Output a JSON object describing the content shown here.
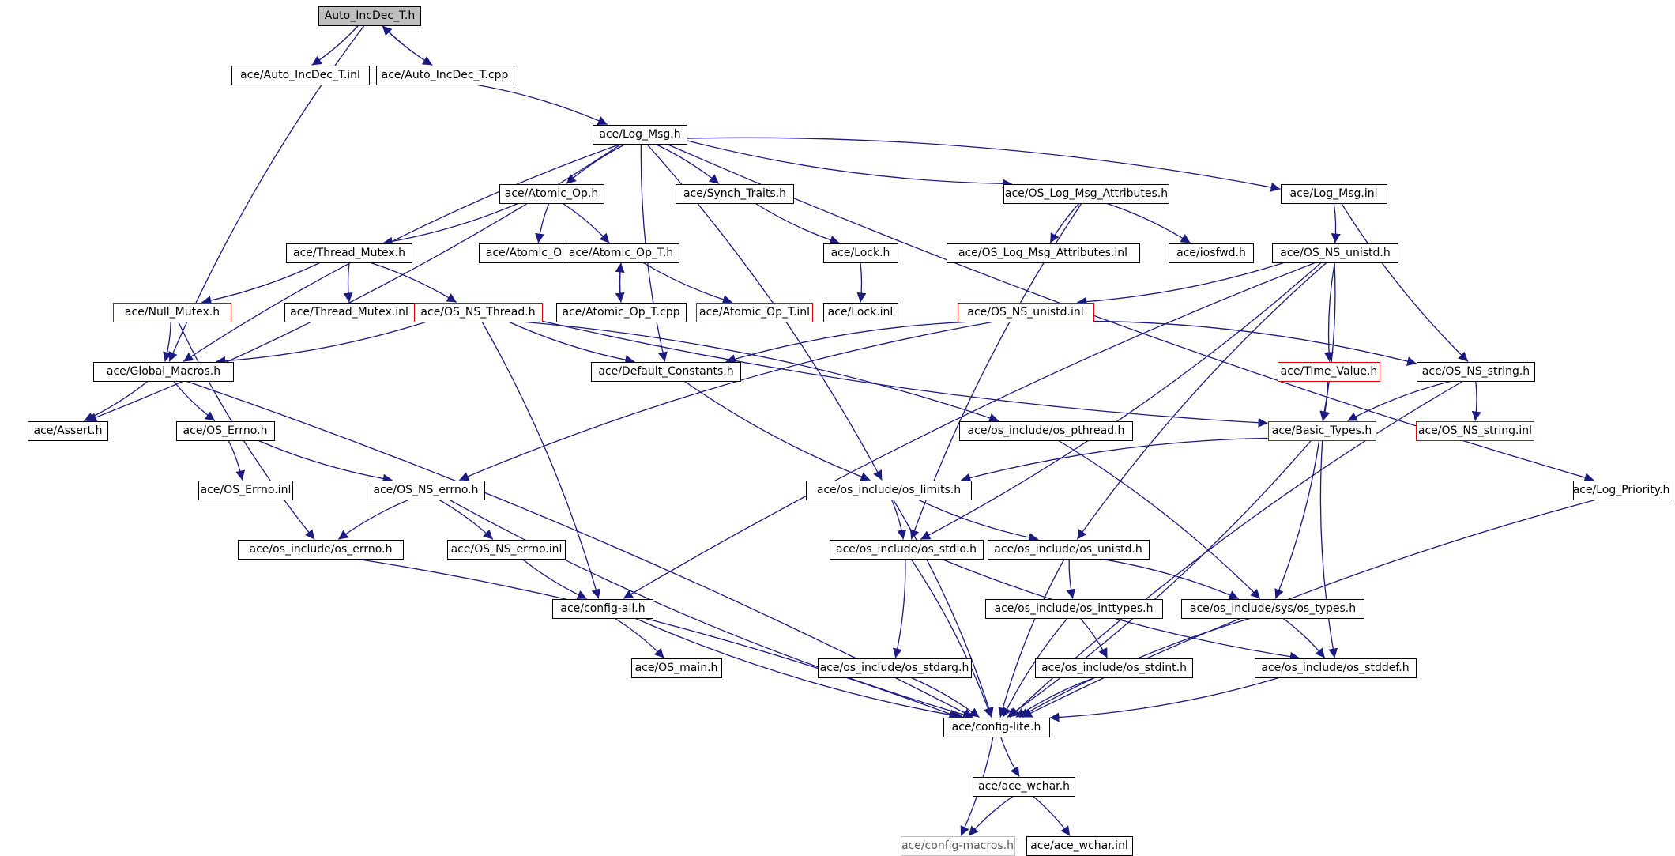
{
  "theme": {
    "edge_color": "#1a1a80",
    "red_border": "#e00000",
    "root_fill": "#bfbfbf",
    "grey_border": "#bfbfbf"
  },
  "nodes": [
    {
      "id": "auto_incdec_h",
      "label": "Auto_IncDec_T.h",
      "style": "root"
    },
    {
      "id": "auto_incdec_inl",
      "label": "ace/Auto_IncDec_T.inl",
      "style": "normal"
    },
    {
      "id": "auto_incdec_cpp",
      "label": "ace/Auto_IncDec_T.cpp",
      "style": "normal"
    },
    {
      "id": "log_msg_h",
      "label": "ace/Log_Msg.h",
      "style": "normal"
    },
    {
      "id": "atomic_op_h",
      "label": "ace/Atomic_Op.h",
      "style": "normal"
    },
    {
      "id": "synch_traits_h",
      "label": "ace/Synch_Traits.h",
      "style": "normal"
    },
    {
      "id": "os_log_msg_attr_h",
      "label": "ace/OS_Log_Msg_Attributes.h",
      "style": "normal"
    },
    {
      "id": "log_msg_inl",
      "label": "ace/Log_Msg.inl",
      "style": "normal"
    },
    {
      "id": "thread_mutex_h",
      "label": "ace/Thread_Mutex.h",
      "style": "normal"
    },
    {
      "id": "atomic_op_inl",
      "label": "ace/Atomic_Op.inl",
      "style": "normal"
    },
    {
      "id": "atomic_op_t_h",
      "label": "ace/Atomic_Op_T.h",
      "style": "normal"
    },
    {
      "id": "lock_h",
      "label": "ace/Lock.h",
      "style": "normal"
    },
    {
      "id": "os_log_msg_attr_inl",
      "label": "ace/OS_Log_Msg_Attributes.inl",
      "style": "normal"
    },
    {
      "id": "iosfwd_h",
      "label": "ace/iosfwd.h",
      "style": "normal"
    },
    {
      "id": "os_ns_unistd_h",
      "label": "ace/OS_NS_unistd.h",
      "style": "normal"
    },
    {
      "id": "null_mutex_h",
      "label": "ace/Null_Mutex.h",
      "style": "red"
    },
    {
      "id": "thread_mutex_inl",
      "label": "ace/Thread_Mutex.inl",
      "style": "normal"
    },
    {
      "id": "os_ns_thread_h",
      "label": "ace/OS_NS_Thread.h",
      "style": "red"
    },
    {
      "id": "atomic_op_t_cpp",
      "label": "ace/Atomic_Op_T.cpp",
      "style": "normal"
    },
    {
      "id": "atomic_op_t_inl",
      "label": "ace/Atomic_Op_T.inl",
      "style": "red"
    },
    {
      "id": "lock_inl",
      "label": "ace/Lock.inl",
      "style": "normal"
    },
    {
      "id": "os_ns_unistd_inl",
      "label": "ace/OS_NS_unistd.inl",
      "style": "red"
    },
    {
      "id": "global_macros_h",
      "label": "ace/Global_Macros.h",
      "style": "normal"
    },
    {
      "id": "default_constants_h",
      "label": "ace/Default_Constants.h",
      "style": "normal"
    },
    {
      "id": "time_value_h",
      "label": "ace/Time_Value.h",
      "style": "red"
    },
    {
      "id": "os_ns_string_h",
      "label": "ace/OS_NS_string.h",
      "style": "normal"
    },
    {
      "id": "assert_h",
      "label": "ace/Assert.h",
      "style": "normal"
    },
    {
      "id": "os_errno_h",
      "label": "ace/OS_Errno.h",
      "style": "normal"
    },
    {
      "id": "os_pthread_h",
      "label": "ace/os_include/os_pthread.h",
      "style": "normal"
    },
    {
      "id": "basic_types_h",
      "label": "ace/Basic_Types.h",
      "style": "red"
    },
    {
      "id": "os_ns_string_inl",
      "label": "ace/OS_NS_string.inl",
      "style": "red"
    },
    {
      "id": "os_errno_inl",
      "label": "ace/OS_Errno.inl",
      "style": "normal"
    },
    {
      "id": "os_ns_errno_h",
      "label": "ace/OS_NS_errno.h",
      "style": "normal"
    },
    {
      "id": "os_limits_h",
      "label": "ace/os_include/os_limits.h",
      "style": "normal"
    },
    {
      "id": "log_priority_h",
      "label": "ace/Log_Priority.h",
      "style": "normal"
    },
    {
      "id": "os_errno_inc_h",
      "label": "ace/os_include/os_errno.h",
      "style": "normal"
    },
    {
      "id": "os_ns_errno_inl",
      "label": "ace/OS_NS_errno.inl",
      "style": "normal"
    },
    {
      "id": "os_stdio_h",
      "label": "ace/os_include/os_stdio.h",
      "style": "normal"
    },
    {
      "id": "os_unistd_inc_h",
      "label": "ace/os_include/os_unistd.h",
      "style": "normal"
    },
    {
      "id": "config_all_h",
      "label": "ace/config-all.h",
      "style": "normal"
    },
    {
      "id": "os_inttypes_h",
      "label": "ace/os_include/os_inttypes.h",
      "style": "normal"
    },
    {
      "id": "os_sys_types_h",
      "label": "ace/os_include/sys/os_types.h",
      "style": "normal"
    },
    {
      "id": "os_main_h",
      "label": "ace/OS_main.h",
      "style": "normal"
    },
    {
      "id": "os_stdarg_h",
      "label": "ace/os_include/os_stdarg.h",
      "style": "normal"
    },
    {
      "id": "os_stdint_h",
      "label": "ace/os_include/os_stdint.h",
      "style": "normal"
    },
    {
      "id": "os_stddef_h",
      "label": "ace/os_include/os_stddef.h",
      "style": "normal"
    },
    {
      "id": "config_lite_h",
      "label": "ace/config-lite.h",
      "style": "normal"
    },
    {
      "id": "ace_wchar_h",
      "label": "ace/ace_wchar.h",
      "style": "normal"
    },
    {
      "id": "config_macros_h",
      "label": "ace/config-macros.h",
      "style": "grey"
    },
    {
      "id": "ace_wchar_inl",
      "label": "ace/ace_wchar.inl",
      "style": "normal"
    }
  ],
  "edges": [
    [
      "auto_incdec_h",
      "auto_incdec_inl"
    ],
    [
      "auto_incdec_h",
      "auto_incdec_cpp"
    ],
    [
      "auto_incdec_cpp",
      "auto_incdec_h"
    ],
    [
      "auto_incdec_h",
      "global_macros_h"
    ],
    [
      "auto_incdec_cpp",
      "log_msg_h"
    ],
    [
      "log_msg_h",
      "atomic_op_h"
    ],
    [
      "log_msg_h",
      "synch_traits_h"
    ],
    [
      "log_msg_h",
      "os_log_msg_attr_h"
    ],
    [
      "log_msg_h",
      "log_msg_inl"
    ],
    [
      "log_msg_h",
      "global_macros_h"
    ],
    [
      "log_msg_h",
      "assert_h"
    ],
    [
      "log_msg_h",
      "default_constants_h"
    ],
    [
      "log_msg_h",
      "os_limits_h"
    ],
    [
      "log_msg_h",
      "log_priority_h"
    ],
    [
      "atomic_op_h",
      "thread_mutex_h"
    ],
    [
      "atomic_op_h",
      "atomic_op_inl"
    ],
    [
      "atomic_op_h",
      "atomic_op_t_h"
    ],
    [
      "synch_traits_h",
      "lock_h"
    ],
    [
      "lock_h",
      "lock_inl"
    ],
    [
      "os_log_msg_attr_h",
      "os_log_msg_attr_inl"
    ],
    [
      "os_log_msg_attr_h",
      "iosfwd_h"
    ],
    [
      "os_log_msg_attr_h",
      "os_stdio_h"
    ],
    [
      "log_msg_inl",
      "os_ns_unistd_h"
    ],
    [
      "log_msg_inl",
      "os_ns_string_h"
    ],
    [
      "thread_mutex_h",
      "null_mutex_h"
    ],
    [
      "thread_mutex_h",
      "thread_mutex_inl"
    ],
    [
      "thread_mutex_h",
      "os_ns_thread_h"
    ],
    [
      "atomic_op_t_h",
      "atomic_op_t_cpp"
    ],
    [
      "atomic_op_t_cpp",
      "atomic_op_t_h"
    ],
    [
      "atomic_op_t_h",
      "atomic_op_t_inl"
    ],
    [
      "os_ns_unistd_h",
      "os_ns_unistd_inl"
    ],
    [
      "os_ns_unistd_h",
      "time_value_h"
    ],
    [
      "os_ns_unistd_h",
      "basic_types_h"
    ],
    [
      "os_ns_unistd_h",
      "config_all_h"
    ],
    [
      "os_ns_unistd_h",
      "os_stdio_h"
    ],
    [
      "os_ns_unistd_h",
      "os_unistd_inc_h"
    ],
    [
      "null_mutex_h",
      "global_macros_h"
    ],
    [
      "null_mutex_h",
      "os_errno_inc_h"
    ],
    [
      "os_ns_thread_h",
      "global_macros_h"
    ],
    [
      "os_ns_thread_h",
      "default_constants_h"
    ],
    [
      "os_ns_thread_h",
      "os_pthread_h"
    ],
    [
      "os_ns_thread_h",
      "basic_types_h"
    ],
    [
      "os_ns_thread_h",
      "config_all_h"
    ],
    [
      "os_ns_unistd_inl",
      "default_constants_h"
    ],
    [
      "os_ns_unistd_inl",
      "os_ns_string_h"
    ],
    [
      "os_ns_unistd_inl",
      "os_ns_errno_h"
    ],
    [
      "global_macros_h",
      "assert_h"
    ],
    [
      "global_macros_h",
      "os_errno_h"
    ],
    [
      "global_macros_h",
      "config_lite_h"
    ],
    [
      "default_constants_h",
      "os_limits_h"
    ],
    [
      "time_value_h",
      "basic_types_h"
    ],
    [
      "os_ns_string_h",
      "basic_types_h"
    ],
    [
      "os_ns_string_h",
      "os_ns_string_inl"
    ],
    [
      "os_ns_string_h",
      "config_lite_h"
    ],
    [
      "os_errno_h",
      "os_errno_inl"
    ],
    [
      "os_errno_h",
      "os_ns_errno_h"
    ],
    [
      "os_pthread_h",
      "os_sys_types_h"
    ],
    [
      "basic_types_h",
      "os_limits_h"
    ],
    [
      "basic_types_h",
      "os_sys_types_h"
    ],
    [
      "basic_types_h",
      "os_stddef_h"
    ],
    [
      "basic_types_h",
      "config_lite_h"
    ],
    [
      "os_ns_errno_h",
      "os_errno_inc_h"
    ],
    [
      "os_ns_errno_h",
      "os_ns_errno_inl"
    ],
    [
      "os_ns_errno_h",
      "config_lite_h"
    ],
    [
      "os_limits_h",
      "os_stdio_h"
    ],
    [
      "os_limits_h",
      "os_unistd_inc_h"
    ],
    [
      "os_limits_h",
      "config_lite_h"
    ],
    [
      "log_priority_h",
      "config_lite_h"
    ],
    [
      "os_errno_inc_h",
      "config_lite_h"
    ],
    [
      "os_ns_errno_inl",
      "config_all_h"
    ],
    [
      "os_stdio_h",
      "os_stdarg_h"
    ],
    [
      "os_stdio_h",
      "os_stddef_h"
    ],
    [
      "os_stdio_h",
      "config_lite_h"
    ],
    [
      "os_unistd_inc_h",
      "os_inttypes_h"
    ],
    [
      "os_unistd_inc_h",
      "os_sys_types_h"
    ],
    [
      "os_unistd_inc_h",
      "config_lite_h"
    ],
    [
      "config_all_h",
      "os_main_h"
    ],
    [
      "config_all_h",
      "config_lite_h"
    ],
    [
      "os_inttypes_h",
      "os_stdint_h"
    ],
    [
      "os_inttypes_h",
      "config_lite_h"
    ],
    [
      "os_sys_types_h",
      "os_stddef_h"
    ],
    [
      "os_sys_types_h",
      "config_lite_h"
    ],
    [
      "os_stdarg_h",
      "config_lite_h"
    ],
    [
      "os_stdint_h",
      "config_lite_h"
    ],
    [
      "os_stddef_h",
      "config_lite_h"
    ],
    [
      "config_lite_h",
      "ace_wchar_h"
    ],
    [
      "config_lite_h",
      "config_macros_h"
    ],
    [
      "ace_wchar_h",
      "config_macros_h"
    ],
    [
      "ace_wchar_h",
      "ace_wchar_inl"
    ]
  ]
}
